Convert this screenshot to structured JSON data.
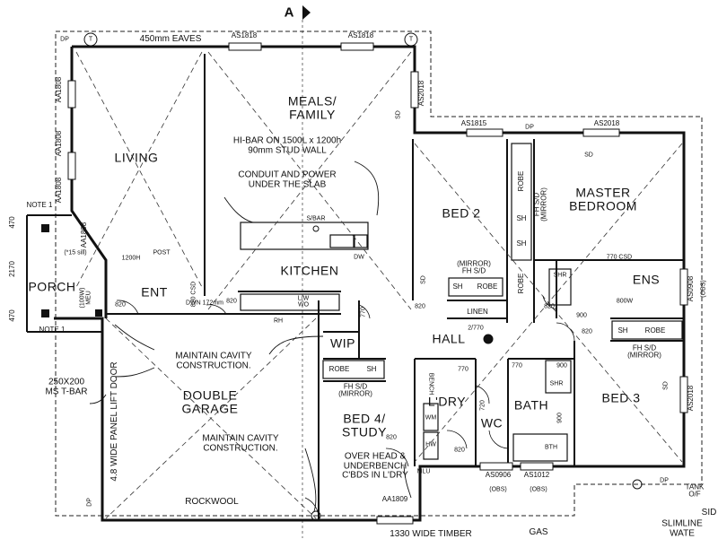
{
  "section_marker": "A",
  "rooms": {
    "living": "LIVING",
    "meals_family": "MEALS/\nFAMILY",
    "kitchen": "KITCHEN",
    "bed2": "BED 2",
    "master_bedroom": "MASTER\nBEDROOM",
    "ens": "ENS",
    "porch": "PORCH",
    "ent": "ENT",
    "hall": "HALL",
    "wip": "WIP",
    "double_garage": "DOUBLE\nGARAGE",
    "bed4": "BED 4/\nSTUDY",
    "ldry": "L'DRY",
    "wc": "WC",
    "bath": "BATH",
    "bed3": "BED 3"
  },
  "notes": {
    "eaves": "450mm EAVES",
    "hibar": "HI-BAR ON 1500L x 1200h\n90mm STUD WALL",
    "conduit": "CONDUIT AND POWER\nUNDER THE SLAB",
    "cavity1": "MAINTAIN CAVITY\nCONSTRUCTION.",
    "cavity2": "MAINTAIN CAVITY\nCONSTRUCTION.",
    "tbar": "250X200\nMS T-BAR",
    "liftdoor": "4.8 WIDE PANEL LIFT DOOR",
    "rockwool": "ROCKWOOL",
    "overhead": "OVER HEAD &\nUNDERBENCH\nC'BDS IN L'DRY",
    "mirror1": "(MIRROR)\nFH S/D",
    "mirror2": "FH S/D\n(MIRROR)",
    "mirror3": "FH S/D\n(MIRROR)",
    "mirror4": "FH S/D\n(MIRROR)",
    "note1a": "NOTE 1",
    "note1b": "NOTE 1",
    "gas": "GAS",
    "slimline": "SLIMLINE WATE",
    "widetimber": "1330 WIDE TIMBER",
    "tank": "TANK O/F",
    "sid": "SID",
    "post": "POST",
    "sbar": "S/BAR",
    "dw": "DW",
    "rh": "RH",
    "dwn": "DWN 172mm",
    "mlu": "MLU",
    "mdoor": "(100W)\nMEU",
    "hw": "HW",
    "wm": "WM",
    "bench": "BENCH",
    "lwwo": "L/W\nWO"
  },
  "fixtures": {
    "robe_bed2": "ROBE",
    "sh_bed2": "SH",
    "linen": "LINEN",
    "robe_master": "ROBE",
    "sh_master1": "SH",
    "sh_master2": "SH",
    "robe_master2": "ROBE",
    "shr_ens": "SHR",
    "robe_bed3": "ROBE",
    "sh_bed3": "SH",
    "robe_bed4": "ROBE",
    "sh_bed4": "SH",
    "shr_bath": "SHR",
    "bth": "BTH"
  },
  "window_codes": {
    "w1": "AS1818",
    "w2": "AS1818",
    "w3": "AA1808",
    "w4": "AA1808",
    "w5": "AA1808",
    "w6": "AA1808",
    "w7": "AS1815",
    "w8": "AS2018",
    "w9": "AS2018",
    "w10": "AS0908",
    "w11": "AS2018",
    "w12": "AS0906",
    "w13": "AS1012",
    "w14": "AA1809"
  },
  "window_sub": {
    "obs1": "(OBS)",
    "obs2": "(OBS)",
    "obs3": "(OBS)",
    "aa_note": "(*15 sill)"
  },
  "door_sizes": {
    "d820a": "820",
    "d820b": "820",
    "d820c": "820",
    "d820d": "820",
    "d820e": "820",
    "d820f": "820",
    "d820g": "820",
    "d770a": "770",
    "d770b": "770",
    "d770c": "770",
    "d720": "720",
    "d2770": "2/770",
    "d770csd": "770 CSD",
    "d820csd": "820 CSD",
    "d1200h": "1200H",
    "d900": "900",
    "d800w": "800W",
    "d900b": "900",
    "d900c": "900"
  },
  "dimensions": {
    "dim470a": "470",
    "dim2170": "2170",
    "dim470b": "470"
  },
  "markers": {
    "t1": "T",
    "t2": "T",
    "dp1": "DP",
    "dp2": "DP",
    "dp3": "DP",
    "dp4": "DP",
    "sd1": "SD",
    "sd2": "SD",
    "sd3": "SD",
    "sd4": "SD"
  }
}
